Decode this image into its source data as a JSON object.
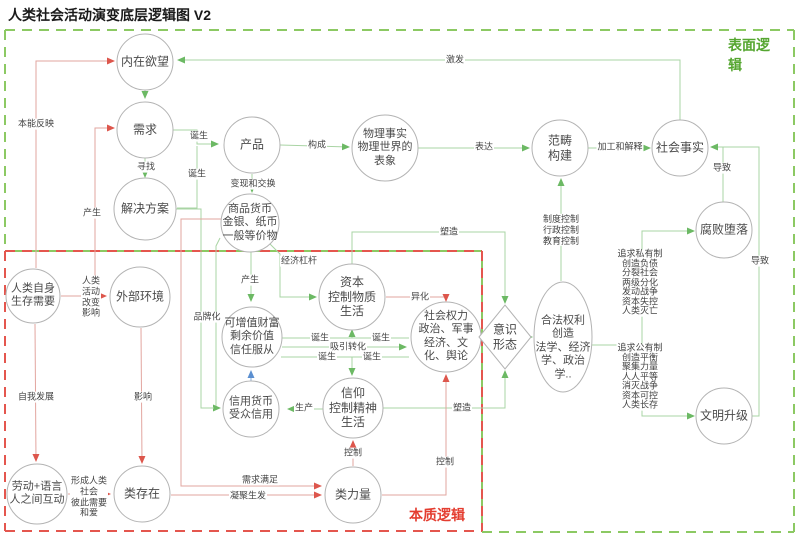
{
  "title": "人类社会活动演变底层逻辑图 V2",
  "regions": {
    "surface": "表面逻辑",
    "essence": "本质逻辑"
  },
  "nodes": {
    "inner_desire": "内在欲望",
    "demand": "需求",
    "solution": "解决方案",
    "product": "产品",
    "physical_facts": "物理事实\n物理世界的\n表象",
    "category_construction": "范畴\n构建",
    "social_facts": "社会事实",
    "corruption": "腐败堕落",
    "commodity_money": "商品货币\n金银、纸币\n一般等价物",
    "human_survival": "人类自身\n生存需要",
    "external_env": "外部环境",
    "surplus_value": "可增值财富\n剩余价值\n信任服从",
    "capital": "资本\n控制物质\n生活",
    "social_power": "社会权力\n政治、军事\n经济、文\n化、舆论",
    "ideology": "意识\n形态",
    "legal_rights": "合法权利\n创造\n法学、经济\n学、政治\n学..",
    "credit_money": "信用货币\n受众信用",
    "belief": "信仰\n控制精神\n生活",
    "labor_language": "劳动+语言\n人之间互动",
    "species_being": "类存在",
    "species_power": "类力量",
    "civilization_upgrade": "文明升级"
  },
  "edges": {
    "stimulate": "激发",
    "instinct": "本能反映",
    "seek": "寻找",
    "birth1": "诞生",
    "birth2": "诞生",
    "monetize": "变现和交换",
    "constitute": "构成",
    "express": "表达",
    "process_interpret": "加工和解释",
    "controls": "制度控制\n行政控制\n教育控制",
    "shape_top": "塑造",
    "shape_bottom": "塑造",
    "produce": "产生",
    "branding": "品牌化",
    "economic_lever": "经济杠杆",
    "birth_a": "诞生",
    "birth_b": "诞生",
    "birth_c": "诞生",
    "birth_d": "诞生",
    "attract": "吸引转化",
    "alienation": "异化",
    "production": "生产",
    "control_belief": "控制",
    "control_power": "控制",
    "demand_satisfy": "需求满足",
    "cohesion": "凝聚生发",
    "generate": "产生",
    "human_activity": "人类\n活动\n改变\n影响",
    "self_develop": "自我发展",
    "influence": "影响",
    "form_society": "形成人类\n社会\n彼此需要\n和爱",
    "lead_to_corruption": "导致",
    "lead_to_social": "导致",
    "private_path": "追求私有制\n创造负债\n分裂社会\n两级分化\n发动战争\n资本失控\n人类灭亡",
    "public_path": "追求公有制\n创造平衡\n聚集力量\n人人平等\n消灭战争\n资本可控\n人类长存"
  },
  "colors": {
    "green_line": "#a9d4a4",
    "green_arrow": "#6cb964",
    "red_line": "#e2a59f",
    "red_arrow": "#dd564c",
    "blue_line": "#86acdb",
    "blue_arrow": "#5b8fd0",
    "green_border": "#8cc963",
    "red_border": "#e4564e",
    "surface_label": "#55a630",
    "essence_label": "#e43d30",
    "node_stroke": "#b3b3b3"
  }
}
